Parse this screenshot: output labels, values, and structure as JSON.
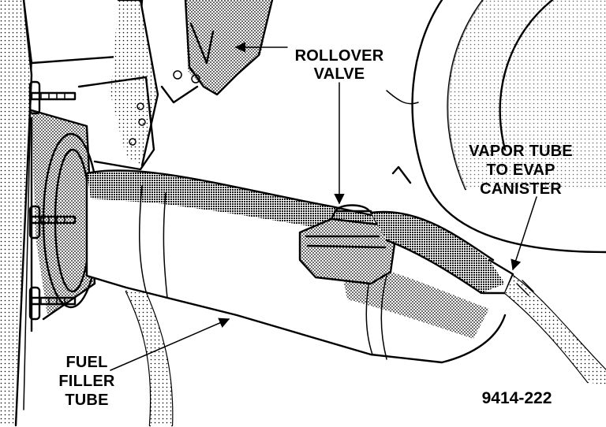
{
  "labels": {
    "rollover_line1": "ROLLOVER",
    "rollover_line2": "VALVE",
    "vapor_line1": "VAPOR TUBE",
    "vapor_line2": "TO EVAP",
    "vapor_line3": "CANISTER",
    "fuel_line1": "FUEL",
    "fuel_line2": "FILLER",
    "fuel_line3": "TUBE"
  },
  "figure_number": "9414-222",
  "colors": {
    "ink": "#000000",
    "paper": "#ffffff",
    "shade": "#9a9a9a"
  }
}
